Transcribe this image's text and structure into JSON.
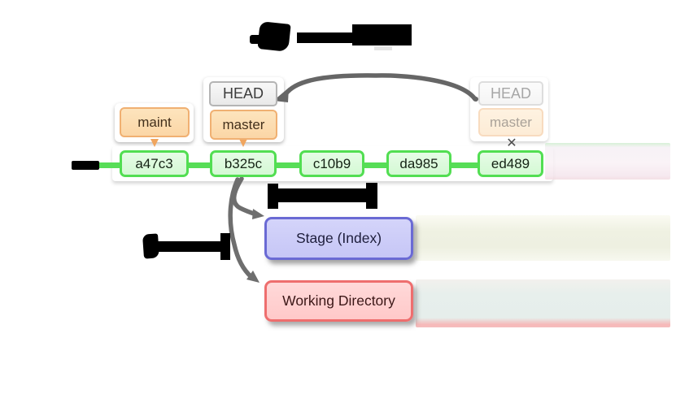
{
  "diagram": {
    "kind": "git-reset-illustration",
    "head": {
      "label": "HEAD"
    },
    "branches": {
      "maint": "maint",
      "master": "master"
    },
    "commits": [
      {
        "id": "a47c3"
      },
      {
        "id": "b325c"
      },
      {
        "id": "c10b9"
      },
      {
        "id": "da985"
      },
      {
        "id": "ed489"
      }
    ],
    "ghost": {
      "head_label": "HEAD",
      "branch_label": "master",
      "detach_mark": "✕"
    },
    "areas": {
      "stage_label": "Stage (Index)",
      "working_directory_label": "Working Directory"
    },
    "colors": {
      "commit_border": "#52de52",
      "commit_fill": "#d9fad9",
      "branch_border": "#f0b072",
      "branch_fill": "#fcdcb2",
      "head_border": "#b4b4b4",
      "head_fill": "#efefef",
      "stage_border": "#6a6ad4",
      "stage_fill": "#cbcbf7",
      "working_dir_border": "#ee6e6e",
      "working_dir_fill": "#ffd0d0",
      "arrow_gray": "#666666",
      "line_green": "#57dd57",
      "redaction": "#000000"
    }
  }
}
